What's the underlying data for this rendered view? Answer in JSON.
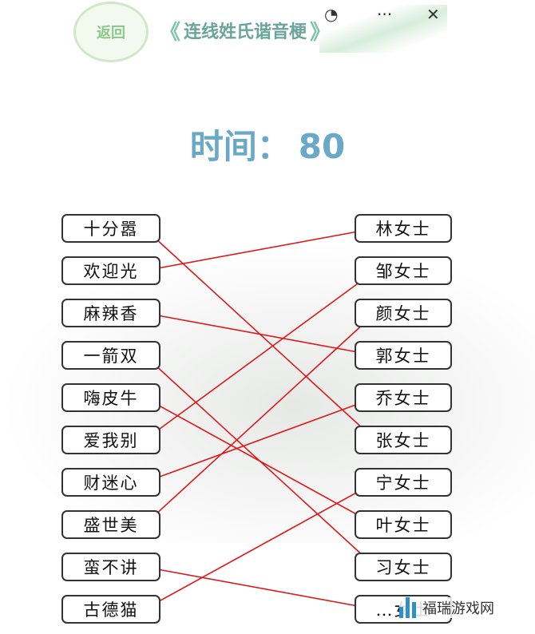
{
  "header": {
    "back_label": "返回",
    "title": "连线姓氏谐音梗",
    "bracket_left": "《",
    "bracket_right": "》",
    "icon_pin": "◔",
    "icon_more": "···",
    "icon_close": "✕"
  },
  "timer": {
    "label": "时间：",
    "value": "80"
  },
  "left_items": [
    "十分嚣",
    "欢迎光",
    "麻辣香",
    "一箭双",
    "嗨皮牛",
    "爱我别",
    "财迷心",
    "盛世美",
    "蛮不讲",
    "古德猫"
  ],
  "right_items": [
    "林女士",
    "邹女士",
    "颜女士",
    "郭女士",
    "乔女士",
    "张女士",
    "宁女士",
    "叶女士",
    "习女士",
    "…女士"
  ],
  "connections": [
    [
      0,
      5
    ],
    [
      1,
      0
    ],
    [
      2,
      3
    ],
    [
      3,
      8
    ],
    [
      4,
      7
    ],
    [
      5,
      1
    ],
    [
      6,
      4
    ],
    [
      7,
      2
    ],
    [
      8,
      9
    ],
    [
      9,
      6
    ]
  ],
  "line_color": "#dd1a1a",
  "watermark": {
    "text": "福瑞游戏网"
  }
}
